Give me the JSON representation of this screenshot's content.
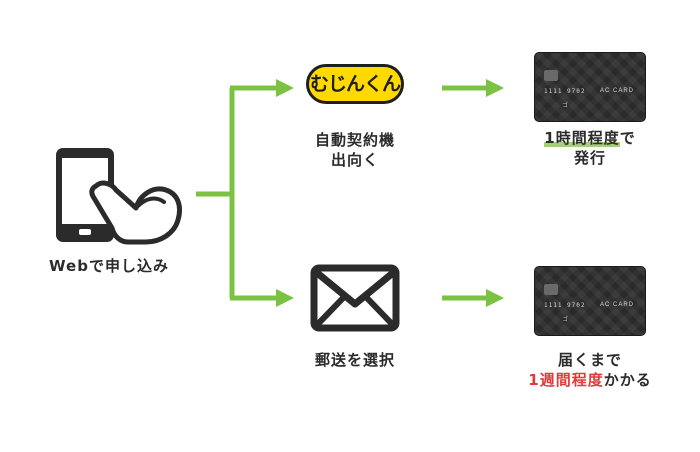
{
  "colors": {
    "accent_green": "#7cc242",
    "highlight_red": "#e03a3a",
    "underline_green": "#a4d07c",
    "logo_yellow": "#ffd900",
    "dark": "#2b2b2b"
  },
  "start": {
    "icon": "smartphone-tap-icon",
    "label": "Webで申し込み"
  },
  "branches": [
    {
      "icon": "mujinkun-logo",
      "logo_text": "むじんくん",
      "label_lines": [
        "自動契約機",
        "出向く"
      ],
      "result": {
        "icon": "credit-card-icon",
        "card_number": "1111 9702",
        "card_brand": "AC CARD",
        "card_mark": "ゴ",
        "label_highlight": "1時間程度",
        "label_rest": "で",
        "label_line2": "発行"
      }
    },
    {
      "icon": "envelope-icon",
      "label_lines": [
        "郵送を選択"
      ],
      "result": {
        "icon": "credit-card-icon",
        "card_number": "1111 9702",
        "card_brand": "AC CARD",
        "card_mark": "ゴ",
        "label_line1": "届くまで",
        "label_highlight": "1週間程度",
        "label_rest": "かかる"
      }
    }
  ]
}
